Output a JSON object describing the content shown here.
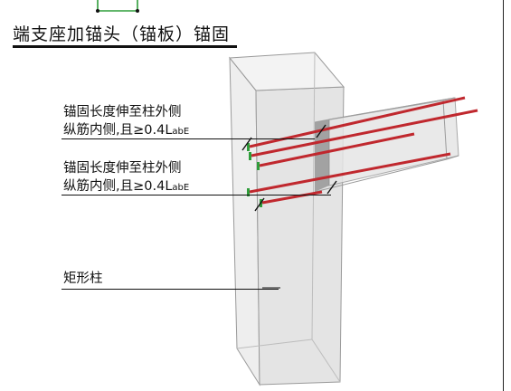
{
  "title": "端支座加锚头（锚板）锚固",
  "labels": {
    "anchor_upper_line1": "锚固长度伸至柱外侧",
    "anchor_upper_line2_prefix": "纵筋内侧,且≥0.4L",
    "anchor_upper_sub": "abE",
    "anchor_lower_line1": "锚固长度伸至柱外侧",
    "anchor_lower_line2_prefix": "纵筋内侧,且≥0.4L",
    "anchor_lower_sub": "abE",
    "column": "矩形柱"
  },
  "colors": {
    "rebar": "#c0282e",
    "anchor_plate": "#2e9d3a",
    "concrete_edge": "#9a9a9a",
    "concrete_fill": "#e6e6e6",
    "section_shade": "#8c8c8c"
  }
}
